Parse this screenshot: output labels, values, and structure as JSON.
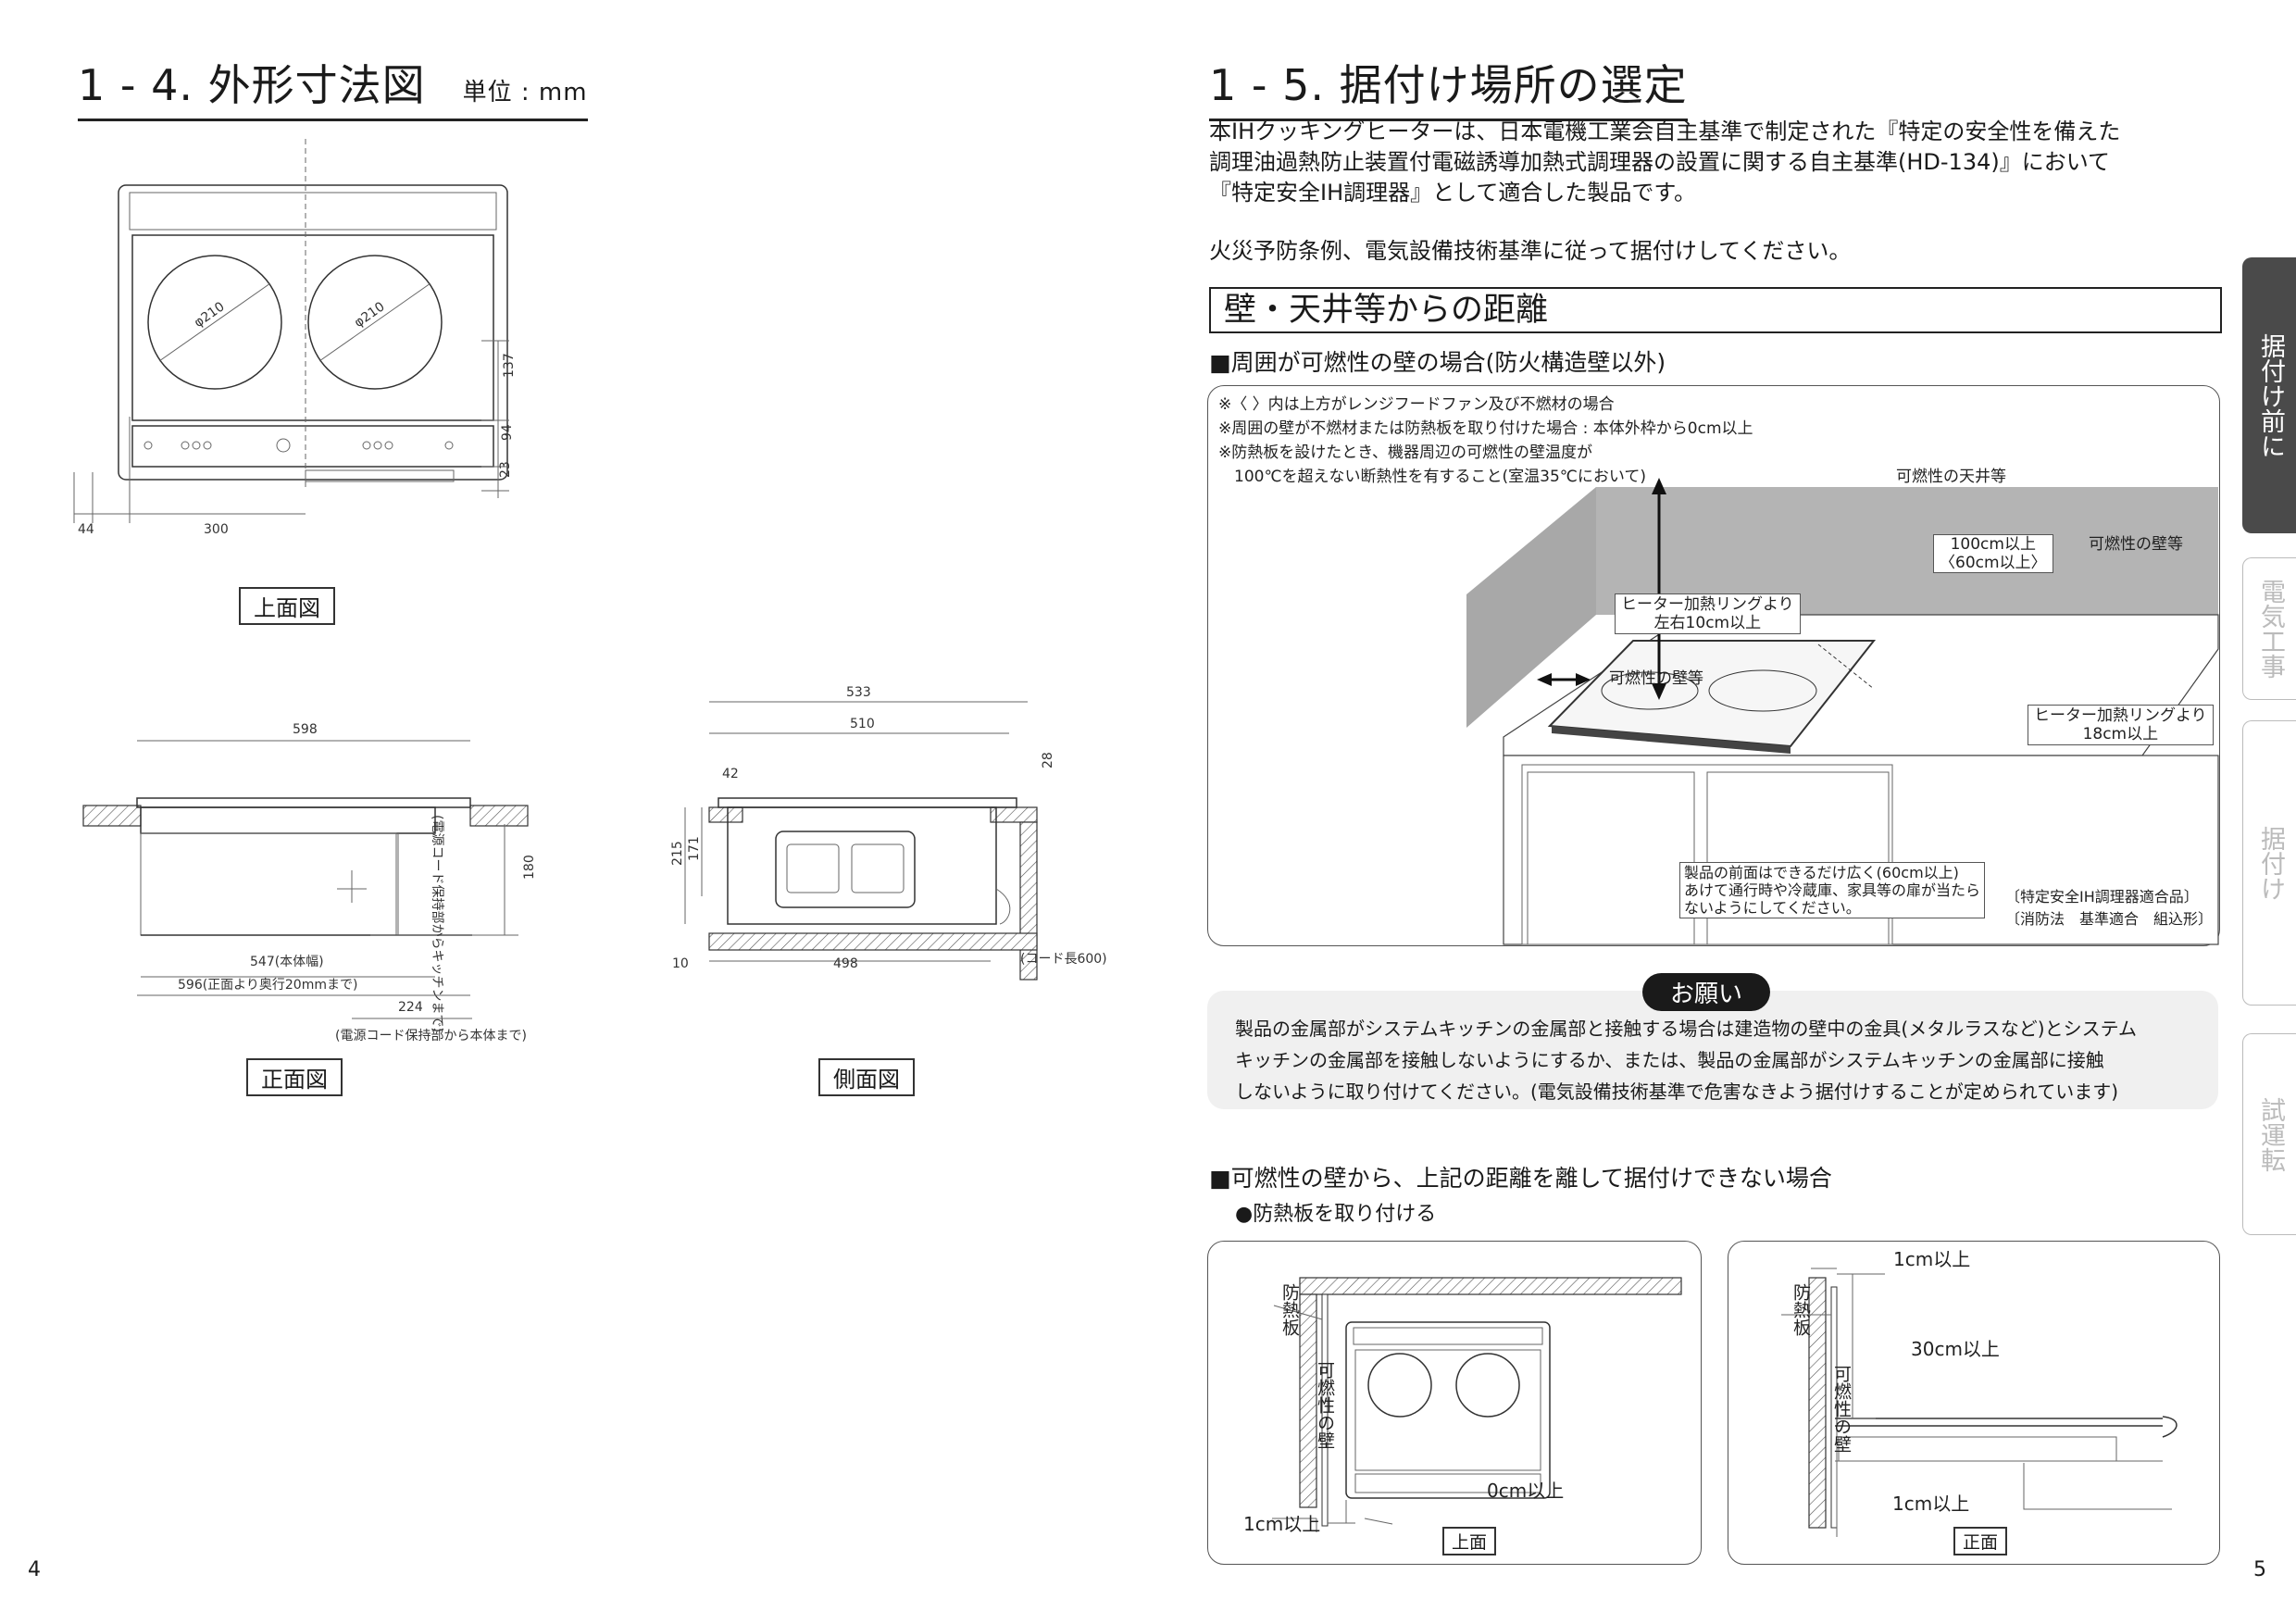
{
  "left": {
    "title": "1 - 4. 外形寸法図",
    "unit": "単位 : mm",
    "top_view": {
      "caption": "上面図",
      "dims": {
        "d210a": "φ210",
        "d210b": "φ210",
        "d137": "137",
        "d94": "94",
        "d23": "23",
        "d44": "44",
        "d300": "300"
      }
    },
    "front_view": {
      "caption": "正面図",
      "dims": {
        "w598": "598",
        "h180": "180",
        "w547": "547(本体幅)",
        "w596": "596(正面より奥行20mmまで)",
        "w224": "224",
        "note_cord": "(電源コード保持部から本体まで)",
        "note_kitchen": "(電源コード保持部からキッチンまで)"
      }
    },
    "side_view": {
      "caption": "側面図",
      "dims": {
        "w533": "533",
        "w510": "510",
        "w42": "42",
        "h28": "28",
        "h215": "215",
        "h171": "171",
        "h10": "10",
        "w498": "498",
        "cord": "(コード長600)"
      }
    },
    "page_number": "4"
  },
  "right": {
    "title": "1 - 5. 据付け場所の選定",
    "intro": [
      "本IHクッキングヒーターは、日本電機工業会自主基準で制定された『特定の安全性を備えた",
      "調理油過熱防止装置付電磁誘導加熱式調理器の設置に関する自主基準(HD-134)』において",
      "『特定安全IH調理器』として適合した製品です。"
    ],
    "intro2": "火災予防条例、電気設備技術基準に従って据付けしてください。",
    "sub_heading": "壁・天井等からの距離",
    "section1": "■周囲が可燃性の壁の場合(防火構造壁以外)",
    "notes": [
      "※〈 〉内は上方がレンジフードファン及び不燃材の場合",
      "※周囲の壁が不燃材または防熱板を取り付けた場合 : 本体外枠から0cm以上",
      "※防熱板を設けたとき、機器周辺の可燃性の壁温度が",
      "　100℃を超えない断熱性を有すること(室温35℃において)"
    ],
    "diagram": {
      "ceiling": "可燃性の天井等",
      "height_a": "100cm以上",
      "height_b": "〈60cm以上〉",
      "wall_right": "可燃性の壁等",
      "side_clear_a": "ヒーター加熱リングより",
      "side_clear_b": "左右10cm以上",
      "wall_left": "可燃性の壁等",
      "back_clear_a": "ヒーター加熱リングより",
      "back_clear_b": "18cm以上",
      "front_note_a": "製品の前面はできるだけ広く(60cm以上)",
      "front_note_b": "あけて通行時や冷蔵庫、家具等の扉が当たら",
      "front_note_c": "ないようにしてください。",
      "cert_a": "〔特定安全IH調理器適合品〕",
      "cert_b": "〔消防法　基準適合　組込形〕"
    },
    "onegai": {
      "heading": "お願い",
      "lines": [
        "製品の金属部がシステムキッチンの金属部と接触する場合は建造物の壁中の金具(メタルラスなど)とシステム",
        "キッチンの金属部を接触しないようにするか、または、製品の金属部がシステムキッチンの金属部に接触",
        "しないように取り付けてください。(電気設備技術基準で危害なきよう据付けすることが定められています)"
      ]
    },
    "section2": "■可燃性の壁から、上記の距離を離して据付けできない場合",
    "bullet": "●防熱板を取り付ける",
    "panel_top": {
      "board": "防熱板",
      "wall": "可燃性の壁",
      "zero": "0cm以上",
      "one": "1cm以上",
      "caption": "上面"
    },
    "panel_front": {
      "board": "防熱板",
      "wall": "可燃性の壁",
      "one_top": "1cm以上",
      "thirty": "30cm以上",
      "one_bottom": "1cm以上",
      "caption": "正面"
    },
    "page_number": "5"
  },
  "tabs": [
    "据付け前に",
    "電気工事",
    "据付け",
    "試運転"
  ]
}
